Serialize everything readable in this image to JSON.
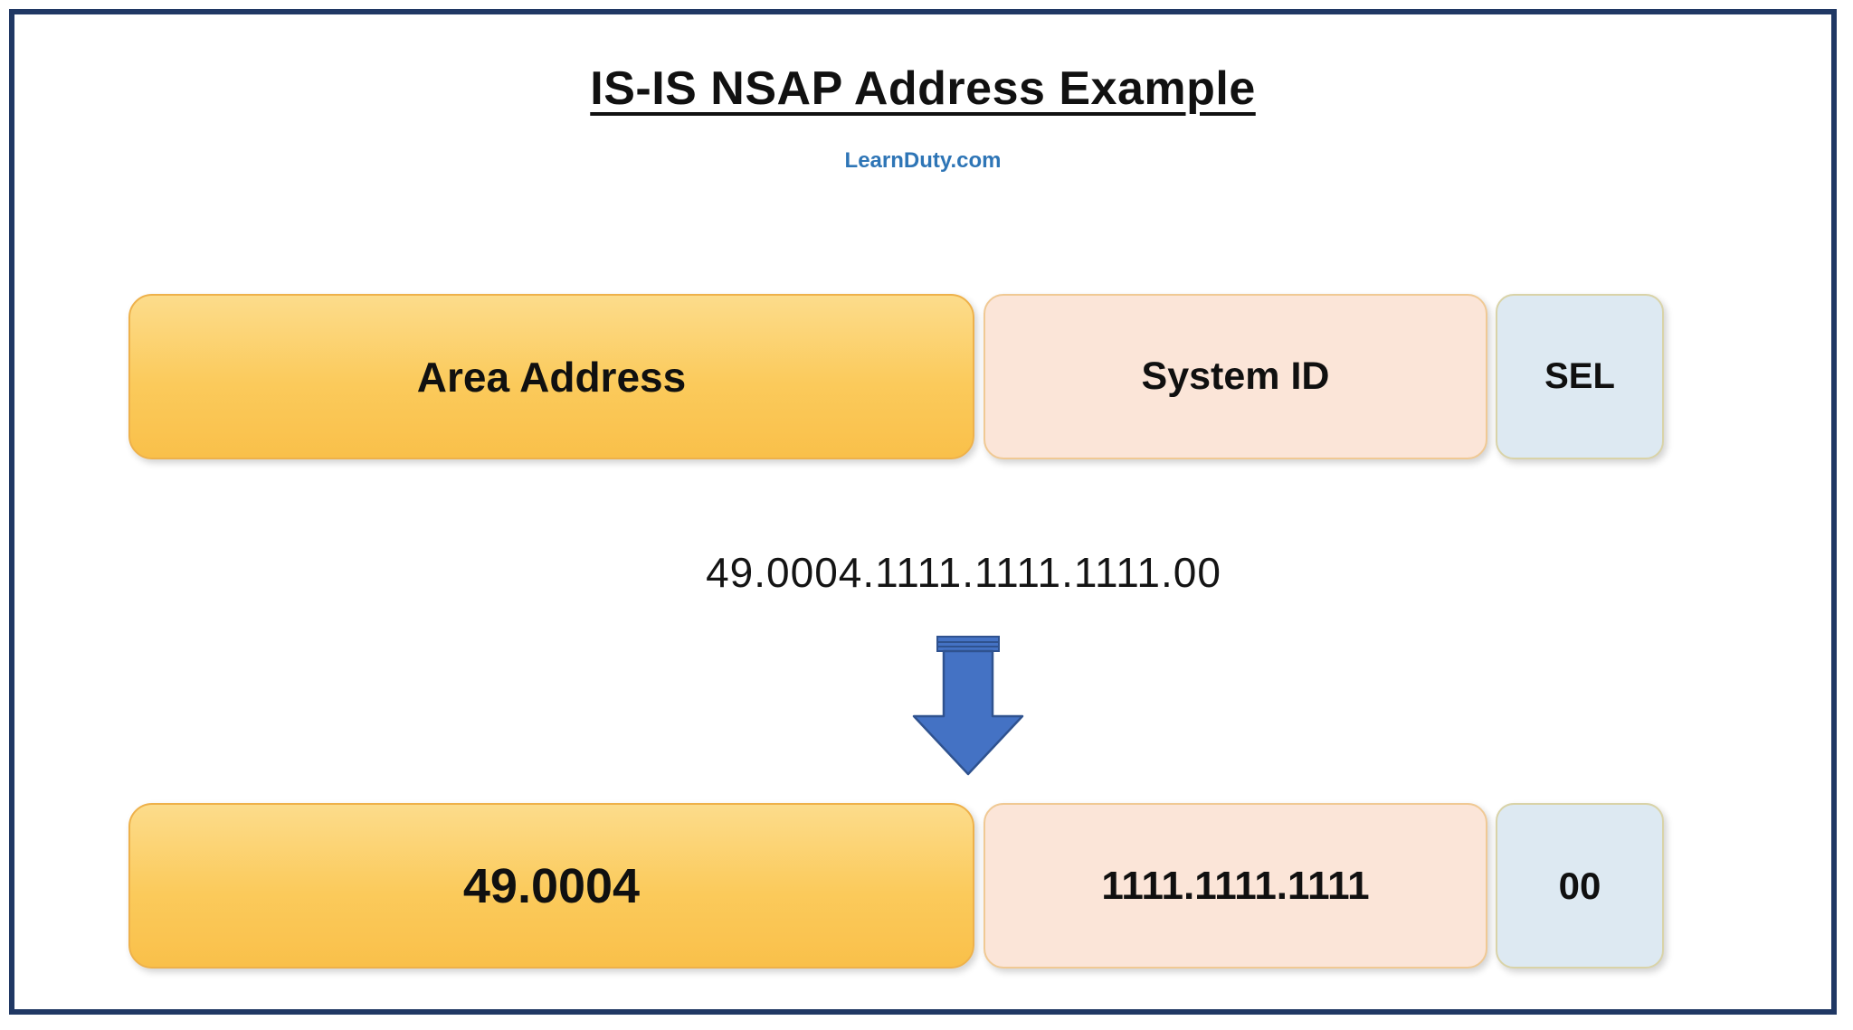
{
  "title": "IS-IS  NSAP Address Example",
  "subtitle": "LearnDuty.com",
  "field_row": [
    {
      "label": "Area Address"
    },
    {
      "label": "System ID"
    },
    {
      "label": "SEL"
    }
  ],
  "nsap_address": "49.0004.1111.1111.1111.00",
  "value_row": [
    {
      "label": "49.0004"
    },
    {
      "label": "1111.1111.1111"
    },
    {
      "label": "00"
    }
  ],
  "colors": {
    "frame_border": "#203864",
    "area_box": "#fbca5b",
    "system_box": "#fbe5d8",
    "sel_box": "#dde9f2",
    "arrow_fill": "#4472c4",
    "arrow_stroke": "#2f528f",
    "subtitle_blue": "#2e75b6"
  }
}
